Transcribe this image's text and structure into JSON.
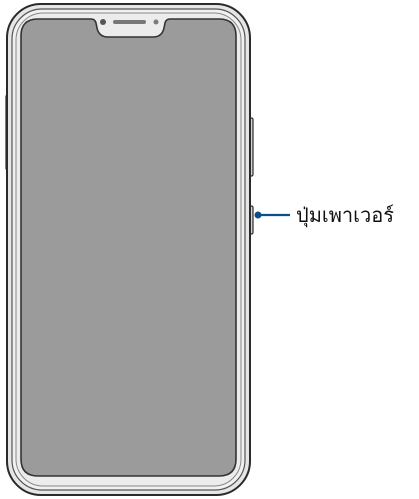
{
  "diagram": {
    "subject": "phone-front-view",
    "callouts": [
      {
        "label": "ปุ่มเพาเวอร์",
        "target": "power-button"
      }
    ],
    "colors": {
      "frame_outer": "#e6e6e6",
      "frame_outline": "#2a2a2a",
      "screen": "#9b9b9b",
      "bezel": "#ececec",
      "callout_line": "#0a4f8a",
      "callout_dot": "#0a4f8a"
    }
  }
}
